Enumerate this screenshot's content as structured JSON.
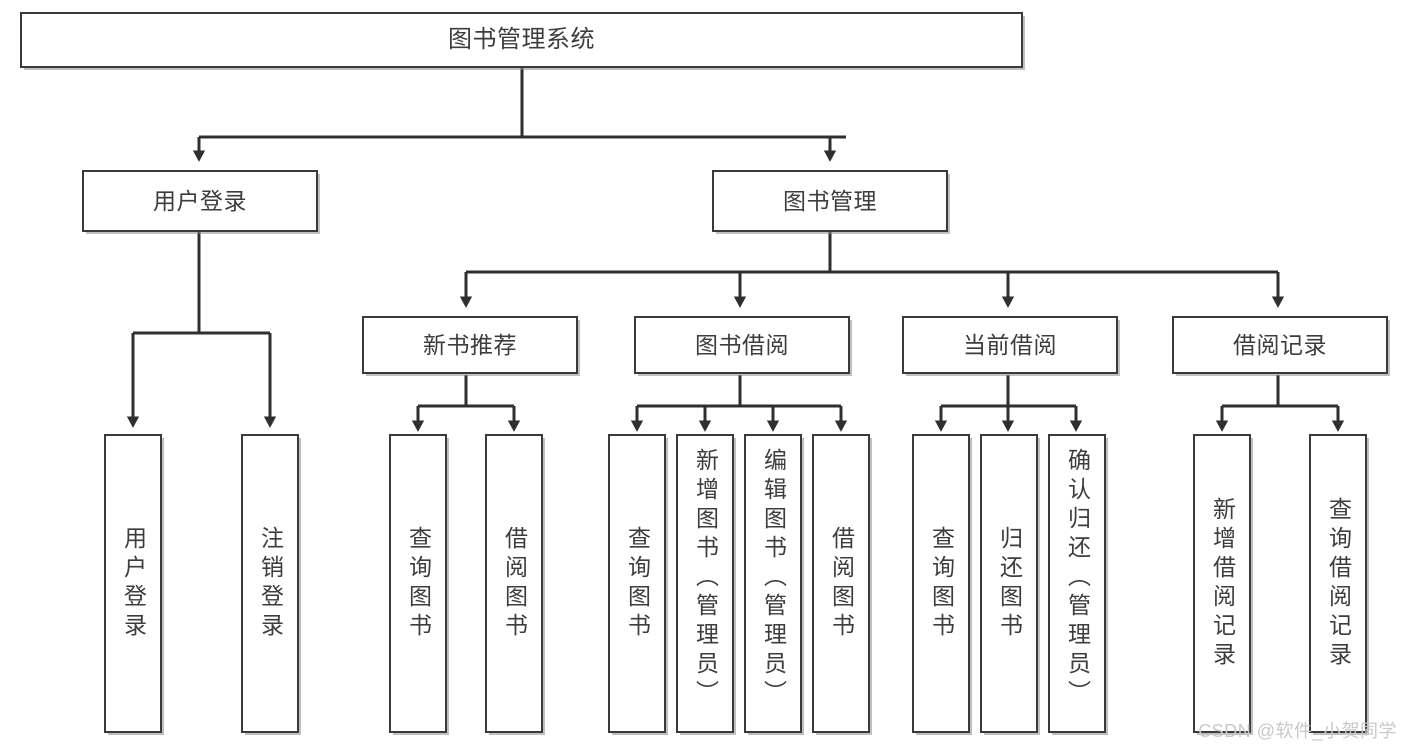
{
  "diagram": {
    "title": "图书管理系统",
    "type": "hierarchy-tree",
    "levels": 4,
    "nodes": {
      "root": {
        "label": "图书管理系统"
      },
      "l2": [
        {
          "id": "user-login",
          "label": "用户登录"
        },
        {
          "id": "book-manage",
          "label": "图书管理"
        }
      ],
      "l3": [
        {
          "id": "new-book-rec",
          "label": "新书推荐"
        },
        {
          "id": "book-borrow",
          "label": "图书借阅"
        },
        {
          "id": "current-borrow",
          "label": "当前借阅"
        },
        {
          "id": "borrow-record",
          "label": "借阅记录"
        }
      ],
      "leaves": {
        "user_login": [
          {
            "id": "leaf-user-login",
            "label": "用户登录"
          },
          {
            "id": "leaf-logout",
            "label": "注销登录"
          }
        ],
        "new_book_rec": [
          {
            "id": "leaf-query-book-1",
            "label": "查询图书"
          },
          {
            "id": "leaf-borrow-book-1",
            "label": "借阅图书"
          }
        ],
        "book_borrow": [
          {
            "id": "leaf-query-book-2",
            "label": "查询图书"
          },
          {
            "id": "leaf-add-book",
            "label": "新增图书（管理员）"
          },
          {
            "id": "leaf-edit-book",
            "label": "编辑图书（管理员）"
          },
          {
            "id": "leaf-borrow-book-2",
            "label": "借阅图书"
          }
        ],
        "current_borrow": [
          {
            "id": "leaf-query-book-3",
            "label": "查询图书"
          },
          {
            "id": "leaf-return-book",
            "label": "归还图书"
          },
          {
            "id": "leaf-confirm-return",
            "label": "确认归还（管理员）"
          }
        ],
        "borrow_record": [
          {
            "id": "leaf-add-record",
            "label": "新增借阅记录"
          },
          {
            "id": "leaf-query-record",
            "label": "查询借阅记录"
          }
        ]
      }
    },
    "colors": {
      "box_border": "#3a3a3a",
      "box_fill": "#ffffff",
      "text": "#3d3d3d",
      "connector": "#2f2f2f",
      "watermark": "#c9c9c9",
      "background": "#ffffff"
    }
  },
  "watermark": {
    "text": "CSDN @软件_小贺同学"
  }
}
